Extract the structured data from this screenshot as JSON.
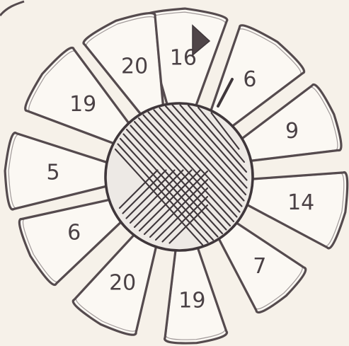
{
  "wheel": {
    "petals": [
      {
        "id": "top",
        "value": "16",
        "has_marker": true
      },
      {
        "id": "upper-right-1",
        "value": "6"
      },
      {
        "id": "right",
        "value": "9"
      },
      {
        "id": "lower-right-1",
        "value": "14"
      },
      {
        "id": "lower-right-2",
        "value": "7"
      },
      {
        "id": "bottom",
        "value": "19"
      },
      {
        "id": "lower-left-1",
        "value": "20"
      },
      {
        "id": "lower-left-2",
        "value": "6"
      },
      {
        "id": "left",
        "value": "5"
      },
      {
        "id": "upper-left-1",
        "value": "19"
      },
      {
        "id": "upper-left-2",
        "value": "20"
      }
    ],
    "colors": {
      "ink": "#3f373b",
      "petal_fill": "#fbf8f3",
      "paper": "#f6f1e9"
    },
    "icons": {
      "marker": "triangle-marker-icon",
      "center": "hatched-center-disc"
    }
  }
}
